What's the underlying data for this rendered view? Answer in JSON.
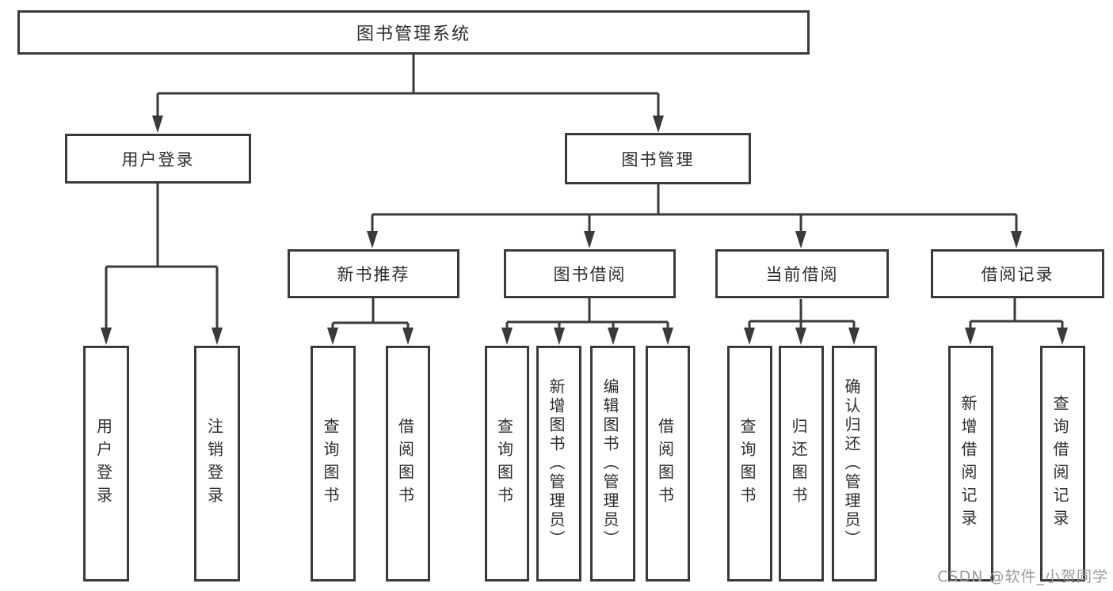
{
  "tree": {
    "label": "图书管理系统",
    "children": [
      {
        "label": "用户登录",
        "children": [
          {
            "label": "用户登录"
          },
          {
            "label": "注销登录"
          }
        ]
      },
      {
        "label": "图书管理",
        "children": [
          {
            "label": "新书推荐",
            "children": [
              {
                "label": "查询图书"
              },
              {
                "label": "借阅图书"
              }
            ]
          },
          {
            "label": "图书借阅",
            "children": [
              {
                "label": "查询图书"
              },
              {
                "label": "新增图书（管理员）"
              },
              {
                "label": "编辑图书（管理员）"
              },
              {
                "label": "借阅图书"
              }
            ]
          },
          {
            "label": "当前借阅",
            "children": [
              {
                "label": "查询图书"
              },
              {
                "label": "归还图书"
              },
              {
                "label": "确认归还（管理员）"
              }
            ]
          },
          {
            "label": "借阅记录",
            "children": [
              {
                "label": "新增借阅记录"
              },
              {
                "label": "查询借阅记录"
              }
            ]
          }
        ]
      }
    ]
  },
  "watermark": {
    "text": "CSDN @软件_小贺同学"
  },
  "colors": {
    "line": "#3a3a3a",
    "text": "#2d2d2d",
    "watermark": "#9b9b9b",
    "bg": "#ffffff"
  }
}
